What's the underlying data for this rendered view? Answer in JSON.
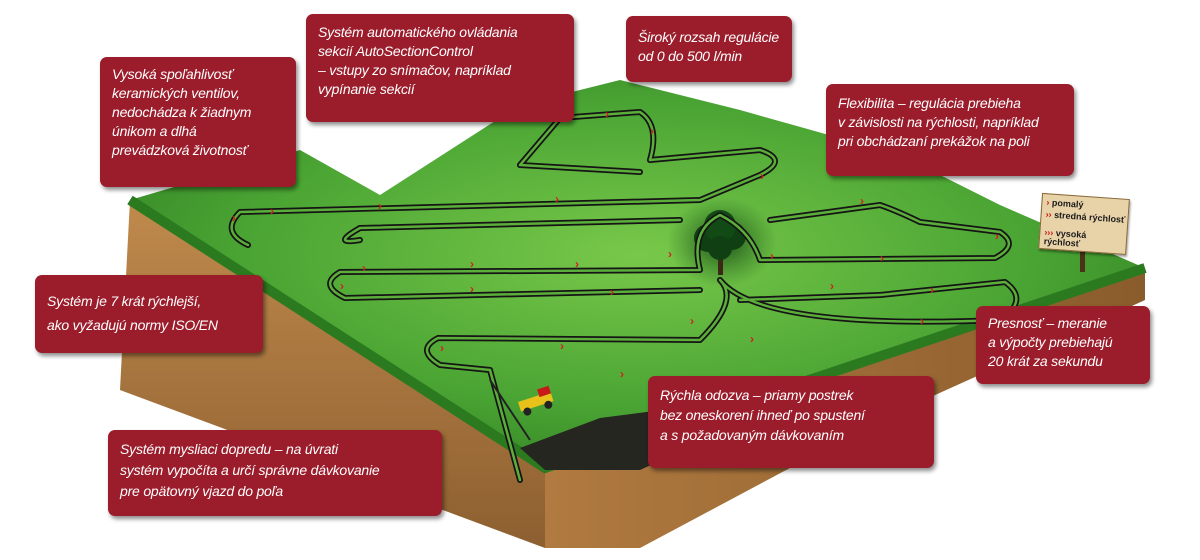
{
  "diagram": {
    "title": "Pole s trasou postrekovača a funkciami systému",
    "colors": {
      "callout_bg": "#9b1c2b",
      "callout_text": "#ffffff",
      "field_green": "#3d9a2c",
      "field_light": "#6cc046",
      "soil": "#a8753f",
      "path": "#1a1a1a",
      "arrow": "#d41e1e",
      "sign": "#e8d2a8"
    },
    "callouts": [
      {
        "id": "ceramic-valves",
        "lines": [
          "Vysoká spoľahlivosť",
          "keramických ventilov,",
          "nedochádza k žiadnym",
          "únikom a dlhá",
          "prevádzková životnosť"
        ]
      },
      {
        "id": "autosection",
        "lines": [
          "Systém automatického ovládania",
          "sekcií AutoSectionControl",
          "– vstupy zo snímačov, napríklad",
          "vypínanie sekcií"
        ]
      },
      {
        "id": "regulation-range",
        "lines": [
          "Široký rozsah regulácie",
          "od 0 do 500 l/min"
        ]
      },
      {
        "id": "flexibility",
        "lines": [
          "Flexibilita – regulácia prebieha",
          "v závislosti na rýchlosti, napríklad",
          "pri obchádzaní prekážok na poli"
        ]
      },
      {
        "id": "speed-iso",
        "lines": [
          "Systém je 7 krát rýchlejší,",
          "ako vyžadujú normy ISO/EN"
        ]
      },
      {
        "id": "precision",
        "lines": [
          "Presnosť – meranie",
          "a výpočty prebiehajú",
          "20 krát za sekundu"
        ]
      },
      {
        "id": "fast-response",
        "lines": [
          "Rýchla odozva – priamy postrek",
          "bez oneskorení ihneď po spustení",
          "a s požadovaným dávkovaním"
        ]
      },
      {
        "id": "forward-thinking",
        "lines": [
          "Systém mysliaci dopredu – na úvrati",
          "systém vypočíta a určí správne dávkovanie",
          "pre opätovný vjazd do poľa"
        ]
      }
    ],
    "speed_sign": {
      "rows": [
        {
          "arrows": "›",
          "label": "pomalý"
        },
        {
          "arrows": "››",
          "label": "stredná rýchlosť"
        },
        {
          "arrows": "›››",
          "label": "vysoká rýchlosť"
        }
      ]
    }
  }
}
